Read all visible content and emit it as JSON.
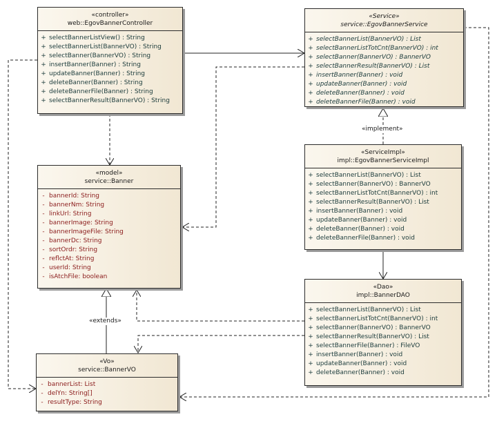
{
  "classes": {
    "controller": {
      "stereotype": "«controller»",
      "name": "web::EgovBannerController",
      "operations": [
        {
          "vis": "+",
          "text": "selectBannerListView() : String"
        },
        {
          "vis": "+",
          "text": "selectBannerList(BannerVO) : String"
        },
        {
          "vis": "+",
          "text": "selectBanner(BannerVO) : String"
        },
        {
          "vis": "+",
          "text": "insertBanner(Banner) : String"
        },
        {
          "vis": "+",
          "text": "updateBanner(Banner) : String"
        },
        {
          "vis": "+",
          "text": "deleteBanner(Banner) : String"
        },
        {
          "vis": "+",
          "text": "deleteBannerFile(Banner) : String"
        },
        {
          "vis": "+",
          "text": "selectBannerResult(BannerVO) : String"
        }
      ]
    },
    "service": {
      "stereotype": "«Service»",
      "name": "service::EgovBannerService",
      "operations": [
        {
          "vis": "+",
          "text": "selectBannerList(BannerVO) : List"
        },
        {
          "vis": "+",
          "text": "selectBannerListTotCnt(BannerVO) : int"
        },
        {
          "vis": "+",
          "text": "selectBanner(BannerVO) : BannerVO"
        },
        {
          "vis": "+",
          "text": "selectBannerResult(BannerVO) : List"
        },
        {
          "vis": "+",
          "text": "insertBanner(Banner) : void"
        },
        {
          "vis": "+",
          "text": "updateBanner(Banner) : void"
        },
        {
          "vis": "+",
          "text": "deleteBanner(Banner) : void"
        },
        {
          "vis": "+",
          "text": "deleteBannerFile(Banner) : void"
        }
      ]
    },
    "model": {
      "stereotype": "«model»",
      "name": "service::Banner",
      "attributes": [
        {
          "vis": "-",
          "text": "bannerId:  String"
        },
        {
          "vis": "-",
          "text": "bannerNm:  String"
        },
        {
          "vis": "-",
          "text": "linkUrl:  String"
        },
        {
          "vis": "-",
          "text": "bannerImage:  String"
        },
        {
          "vis": "-",
          "text": "bannerImageFile:  String"
        },
        {
          "vis": "-",
          "text": "bannerDc:  String"
        },
        {
          "vis": "-",
          "text": "sortOrdr:  String"
        },
        {
          "vis": "-",
          "text": "reflctAt:  String"
        },
        {
          "vis": "-",
          "text": "userId:  String"
        },
        {
          "vis": "-",
          "text": "isAtchFile:  boolean"
        }
      ]
    },
    "impl": {
      "stereotype": "«ServiceImpl»",
      "name": "impl::EgovBannerServiceImpl",
      "operations": [
        {
          "vis": "+",
          "text": "selectBannerList(BannerVO) : List"
        },
        {
          "vis": "+",
          "text": "selectBanner(BannerVO) : BannerVO"
        },
        {
          "vis": "+",
          "text": "selectBannerListTotCnt(BannerVO) : int"
        },
        {
          "vis": "+",
          "text": "selectBannerResult(BannerVO) : List"
        },
        {
          "vis": "+",
          "text": "insertBanner(Banner) : void"
        },
        {
          "vis": "+",
          "text": "updateBanner(Banner) : void"
        },
        {
          "vis": "+",
          "text": "deleteBanner(Banner) : void"
        },
        {
          "vis": "+",
          "text": "deleteBannerFile(Banner) : void"
        }
      ]
    },
    "dao": {
      "stereotype": "«Dao»",
      "name": "impl::BannerDAO",
      "operations": [
        {
          "vis": "+",
          "text": "selectBannerList(BannerVO) : List"
        },
        {
          "vis": "+",
          "text": "selectBannerListTotCnt(BannerVO) : int"
        },
        {
          "vis": "+",
          "text": "selectBanner(BannerVO) : BannerVO"
        },
        {
          "vis": "+",
          "text": "selectBannerResult(BannerVO) : List"
        },
        {
          "vis": "+",
          "text": "selectBannerFile(Banner) : FileVO"
        },
        {
          "vis": "+",
          "text": "insertBanner(Banner) : void"
        },
        {
          "vis": "+",
          "text": "updateBanner(Banner) : void"
        },
        {
          "vis": "+",
          "text": "deleteBanner(Banner) : void"
        }
      ]
    },
    "vo": {
      "stereotype": "«Vo»",
      "name": "service::BannerVO",
      "attributes": [
        {
          "vis": "-",
          "text": "bannerList:  List"
        },
        {
          "vis": "-",
          "text": "delYn:  String[]"
        },
        {
          "vis": "-",
          "text": "resultType:  String"
        }
      ]
    }
  },
  "relations": {
    "implement_label": "«implement»",
    "extends_label": "«extends»"
  },
  "colors": {
    "class_fill_left": "#fbf7ee",
    "class_fill_right": "#f1e7d3",
    "attribute_text": "#8a1a1a",
    "operation_text": "#1a3a3a"
  }
}
